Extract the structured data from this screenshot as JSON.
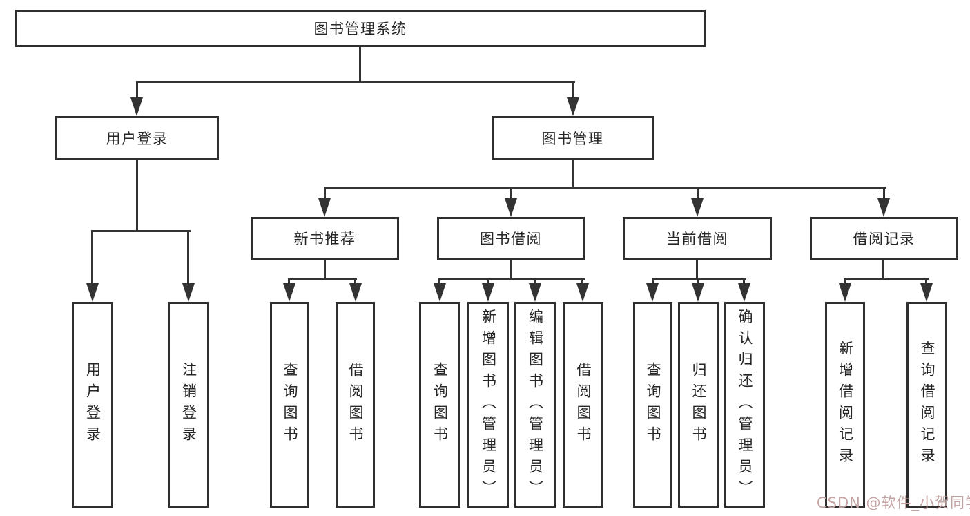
{
  "nodes": {
    "root": {
      "label": "图书管理系统"
    },
    "user_login": {
      "label": "用户登录"
    },
    "book_mgmt": {
      "label": "图书管理"
    },
    "new_book_rec": {
      "label": "新书推荐"
    },
    "book_borrow": {
      "label": "图书借阅"
    },
    "current_borrow": {
      "label": "当前借阅"
    },
    "borrow_records": {
      "label": "借阅记录"
    },
    "leaf_user_login": {
      "label": "用户登录"
    },
    "leaf_logout": {
      "label": "注销登录"
    },
    "leaf_nb_query": {
      "label": "查询图书"
    },
    "leaf_nb_borrow": {
      "label": "借阅图书"
    },
    "leaf_bb_query": {
      "label": "查询图书"
    },
    "leaf_bb_add": {
      "label": "新增图书（管理员）"
    },
    "leaf_bb_edit": {
      "label": "编辑图书（管理员）"
    },
    "leaf_bb_borrow": {
      "label": "借阅图书"
    },
    "leaf_cb_query": {
      "label": "查询图书"
    },
    "leaf_cb_return": {
      "label": "归还图书"
    },
    "leaf_cb_confirm": {
      "label": "确认归还（管理员）"
    },
    "leaf_br_add": {
      "label": "新增借阅记录"
    },
    "leaf_br_query": {
      "label": "查询借阅记录"
    }
  },
  "watermark": {
    "text": "CSDN @软件_小贺同学",
    "color": "#c2a2a2"
  },
  "colors": {
    "line": "#333333",
    "border": "#2f2f2f",
    "text": "#262626",
    "background": "#ffffff"
  }
}
